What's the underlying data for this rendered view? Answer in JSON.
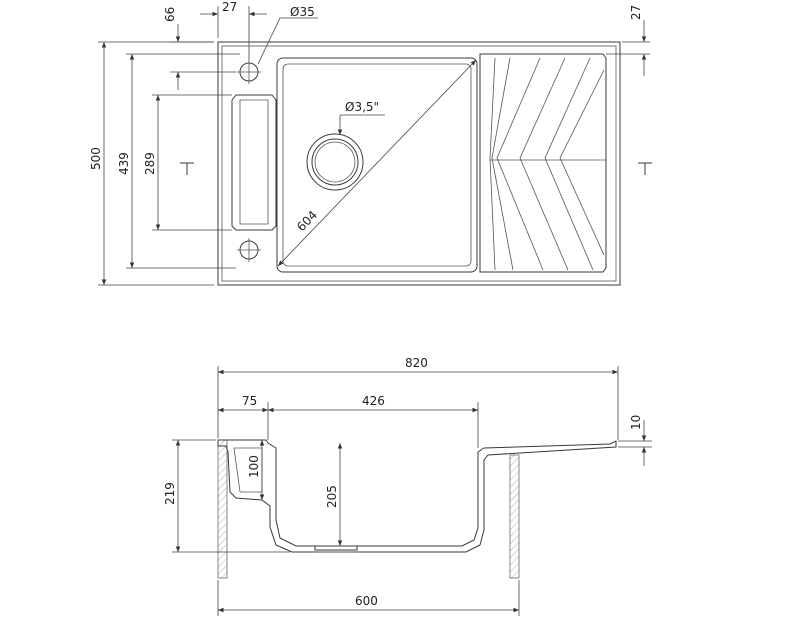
{
  "top_view": {
    "dims": {
      "offset_top_right": "27",
      "offset_left": "66",
      "offset_left_top": "27",
      "hole_diameter": "Ø35",
      "drain_diameter": "Ø3,5\"",
      "width_total": "500",
      "width_inner": "439",
      "width_tray": "289",
      "diagonal": "604"
    }
  },
  "section_view": {
    "dims": {
      "length_total": "820",
      "ledge": "75",
      "bowl_length": "426",
      "depth_total": "219",
      "tray_depth": "100",
      "bowl_depth": "205",
      "rim_thickness": "10",
      "cabinet_width": "600"
    }
  },
  "colors": {
    "line": "#3a3a3a",
    "hatch": "#777777",
    "text": "#222222"
  }
}
